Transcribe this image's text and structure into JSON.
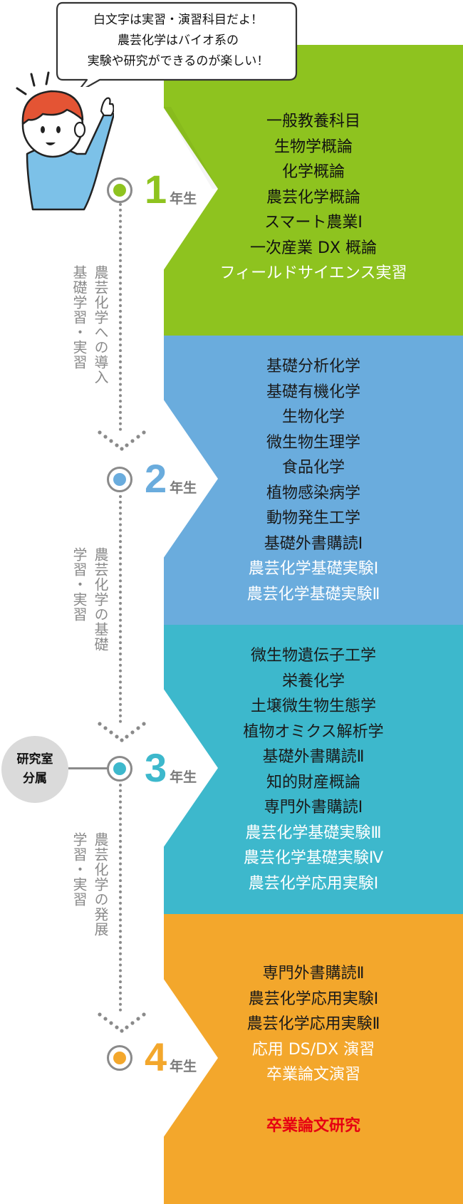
{
  "speech_bubble": {
    "lines": [
      "白文字は実習・演習科目だよ！",
      "農芸化学はバイオ系の",
      "実験や研究ができるのが楽しい！"
    ]
  },
  "years": [
    {
      "number": "1",
      "suffix": "年生",
      "color": "#8ec31f",
      "subjects": [
        "一般教養科目",
        "生物学概論",
        "化学概論",
        "農芸化学概論",
        "スマート農業Ⅰ",
        "一次産業 DX 概論"
      ],
      "lab_subjects": [
        "フィールドサイエンス実習"
      ]
    },
    {
      "number": "2",
      "suffix": "年生",
      "color": "#6aacdd",
      "subjects": [
        "基礎分析化学",
        "基礎有機化学",
        "生物化学",
        "微生物生理学",
        "食品化学",
        "植物感染病学",
        "動物発生工学",
        "基礎外書購読Ⅰ"
      ],
      "lab_subjects": [
        "農芸化学基礎実験Ⅰ",
        "農芸化学基礎実験Ⅱ"
      ]
    },
    {
      "number": "3",
      "suffix": "年生",
      "color": "#3db8cc",
      "subjects": [
        "微生物遺伝子工学",
        "栄養化学",
        "土壌微生物生態学",
        "植物オミクス解析学",
        "基礎外書購読Ⅱ",
        "知的財産概論",
        "専門外書購読Ⅰ"
      ],
      "lab_subjects": [
        "農芸化学基礎実験Ⅲ",
        "農芸化学基礎実験Ⅳ",
        "農芸化学応用実験Ⅰ"
      ]
    },
    {
      "number": "4",
      "suffix": "年生",
      "color": "#f3a72c",
      "subjects": [
        "専門外書購読Ⅱ",
        "農芸化学応用実験Ⅰ",
        "農芸化学応用実験Ⅱ"
      ],
      "lab_subjects": [
        "応用 DS/DX 演習",
        "卒業論文演習"
      ],
      "thesis": "卒業論文研究"
    }
  ],
  "stage_labels": [
    {
      "line1": "農芸化学への導入",
      "line2": "基礎学習・実習"
    },
    {
      "line1": "農芸化学の基礎",
      "line2": "学習・実習"
    },
    {
      "line1": "農芸化学の発展",
      "line2": "学習・実習"
    }
  ],
  "lab_badge": {
    "line1": "研究室",
    "line2": "分属"
  },
  "colors": {
    "thesis": "#e60012",
    "timeline": "#8a8a8a",
    "badge": "#dadada"
  }
}
